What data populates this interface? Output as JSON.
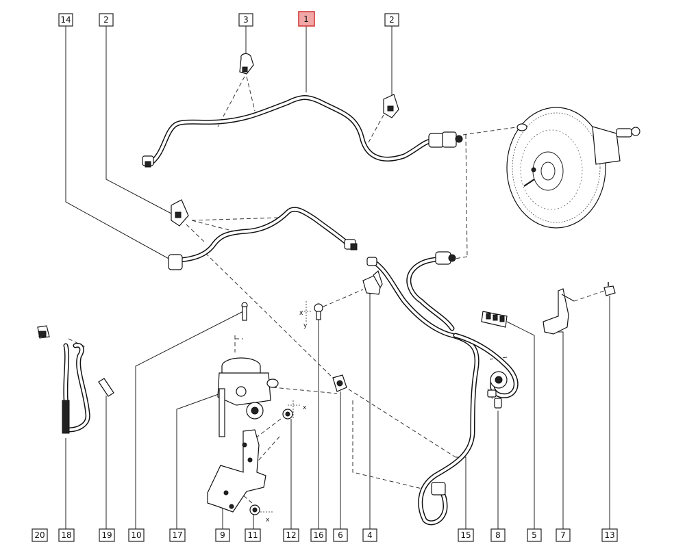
{
  "callouts": {
    "top": [
      {
        "id": "c14",
        "label": "14"
      },
      {
        "id": "c2a",
        "label": "2"
      },
      {
        "id": "c3",
        "label": "3"
      },
      {
        "id": "c1",
        "label": "1",
        "highlight": true
      },
      {
        "id": "c2b",
        "label": "2"
      }
    ],
    "bottom": [
      {
        "id": "c20",
        "label": "20"
      },
      {
        "id": "c18",
        "label": "18"
      },
      {
        "id": "c19",
        "label": "19"
      },
      {
        "id": "c10",
        "label": "10"
      },
      {
        "id": "c17",
        "label": "17"
      },
      {
        "id": "c9",
        "label": "9"
      },
      {
        "id": "c11",
        "label": "11"
      },
      {
        "id": "c12",
        "label": "12"
      },
      {
        "id": "c16",
        "label": "16"
      },
      {
        "id": "c6",
        "label": "6"
      },
      {
        "id": "c4",
        "label": "4"
      },
      {
        "id": "c15",
        "label": "15"
      },
      {
        "id": "c8",
        "label": "8"
      },
      {
        "id": "c5",
        "label": "5"
      },
      {
        "id": "c7",
        "label": "7"
      },
      {
        "id": "c13",
        "label": "13"
      }
    ]
  },
  "axis_marks": {
    "x": "x",
    "y": "y"
  },
  "colors": {
    "highlight_fill": "#f2a7a7",
    "highlight_stroke": "#d23c3c",
    "line": "#222222"
  }
}
